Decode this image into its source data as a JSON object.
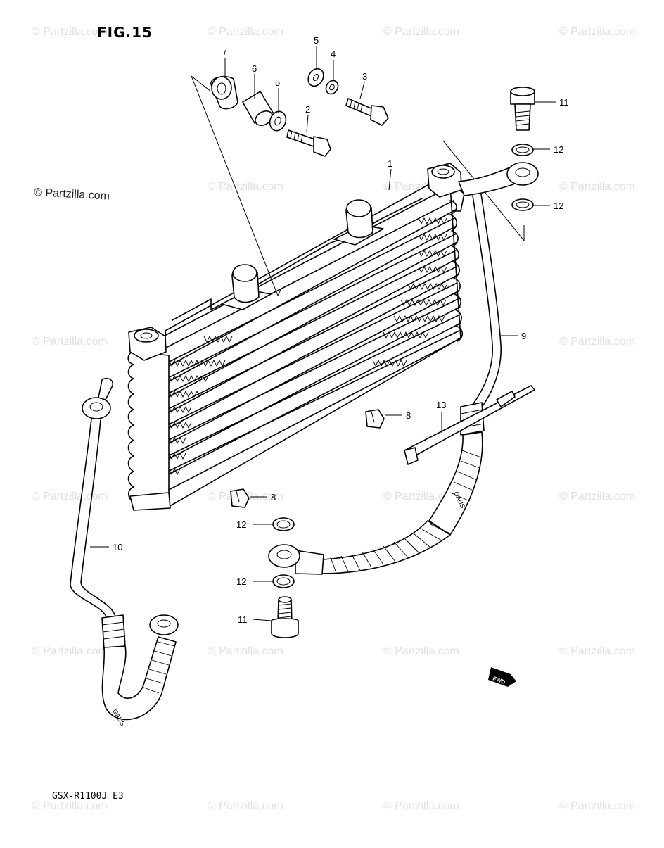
{
  "figure": {
    "title": "FIG.15",
    "model_code": "GSX-R1100J E3",
    "copyright": "© Partzilla.com",
    "watermark": "© Partzilla.com",
    "fwd_label": "FWD"
  },
  "callouts": [
    {
      "id": "c7",
      "label": "7"
    },
    {
      "id": "c6",
      "label": "6"
    },
    {
      "id": "c5a",
      "label": "5"
    },
    {
      "id": "c5b",
      "label": "5"
    },
    {
      "id": "c4",
      "label": "4"
    },
    {
      "id": "c3",
      "label": "3"
    },
    {
      "id": "c2",
      "label": "2"
    },
    {
      "id": "c1",
      "label": "1"
    },
    {
      "id": "c11a",
      "label": "11"
    },
    {
      "id": "c12a",
      "label": "12"
    },
    {
      "id": "c12b",
      "label": "12"
    },
    {
      "id": "c9",
      "label": "9"
    },
    {
      "id": "c13",
      "label": "13"
    },
    {
      "id": "c8a",
      "label": "8"
    },
    {
      "id": "c8b",
      "label": "8"
    },
    {
      "id": "c12c",
      "label": "12"
    },
    {
      "id": "c12d",
      "label": "12"
    },
    {
      "id": "c11b",
      "label": "11"
    },
    {
      "id": "c10",
      "label": "10"
    }
  ]
}
